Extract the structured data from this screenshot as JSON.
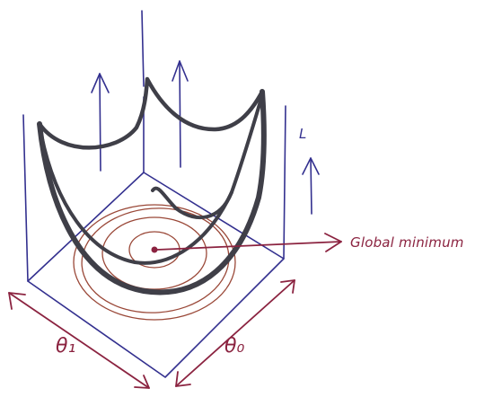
{
  "labels": {
    "global_minimum": "Global minimum",
    "theta1": "θ₁",
    "theta0": "θ₀",
    "loss": "L"
  },
  "colors": {
    "axis_blue": "#33308f",
    "surface_dark": "#3f3f48",
    "annotation_red": "#8b2340",
    "contour_brown": "#9a4838"
  }
}
